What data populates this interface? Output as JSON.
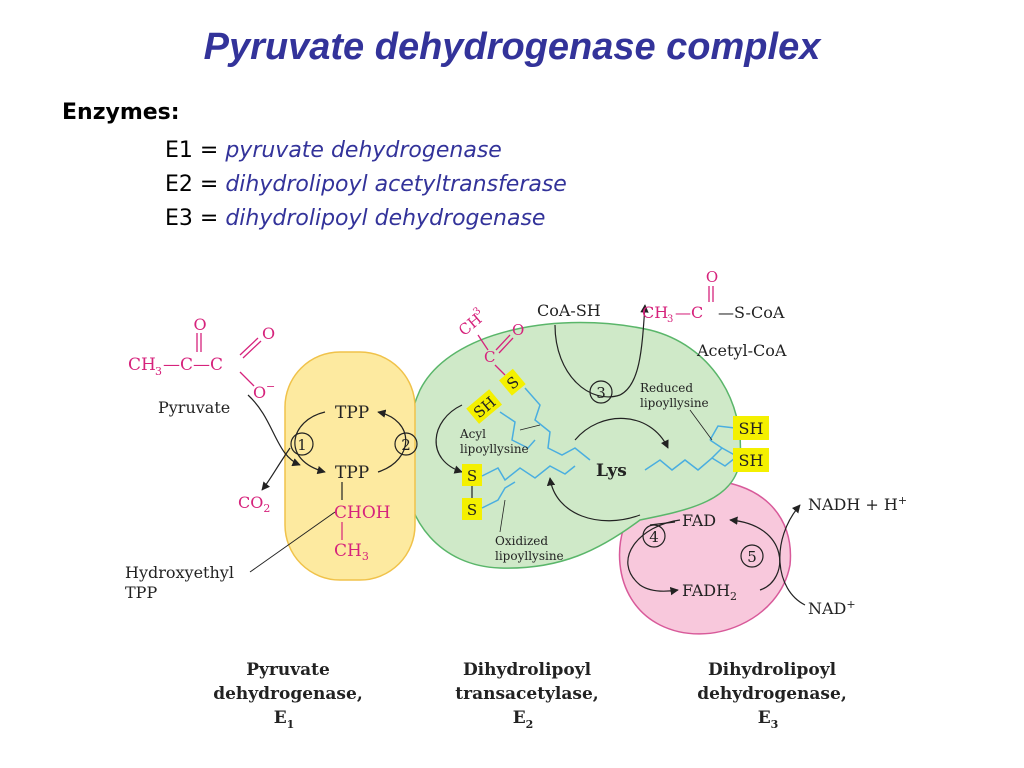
{
  "title": "Pyruvate dehydrogenase complex",
  "enzymes": {
    "heading": "Enzymes:",
    "items": [
      {
        "code": "E1 =",
        "name": "pyruvate dehydrogenase"
      },
      {
        "code": "E2 =",
        "name": "dihydrolipoyl acetyltransferase"
      },
      {
        "code": "E3 =",
        "name": "dihydrolipoyl dehydrogenase"
      }
    ]
  },
  "diagram": {
    "pyruvate_label": "Pyruvate",
    "co2_label": "CO",
    "co2_sub": "2",
    "hydroxyethyl_tpp_label_1": "Hydroxyethyl",
    "hydroxyethyl_tpp_label_2": "TPP",
    "tpp_top": "TPP",
    "tpp_bottom": "TPP",
    "chohl": "CHOH",
    "ch3_bottom": "CH",
    "acyl_lipoyllysine_1": "Acyl",
    "acyl_lipoyllysine_2": "lipoyllysine",
    "oxidized_lipoyllysine_1": "Oxidized",
    "oxidized_lipoyllysine_2": "lipoyllysine",
    "reduced_lipoyllysine_1": "Reduced",
    "reduced_lipoyllysine_2": "lipoyllysine",
    "lys_label": "Lys",
    "coash_label": "CoA-SH",
    "acetyl_coa_label": "Acetyl-CoA",
    "acetyl_coa_formula": "—S-CoA",
    "fad_label": "FAD",
    "fadh2_label": "FADH",
    "fadh2_sub": "2",
    "nadh_label": "NADH + H",
    "nad_label": "NAD",
    "sh_label": "SH",
    "s_label": "S",
    "steps": [
      "1",
      "2",
      "3",
      "4",
      "5"
    ],
    "enzyme_labels": [
      {
        "line1": "Pyruvate",
        "line2": "dehydrogenase,",
        "line3": "E",
        "sub": "1"
      },
      {
        "line1": "Dihydrolipoyl",
        "line2": "transacetylase,",
        "line3": "E",
        "sub": "2"
      },
      {
        "line1": "Dihydrolipoyl",
        "line2": "dehydrogenase,",
        "line3": "E",
        "sub": "3"
      }
    ],
    "colors": {
      "e1_fill": "#fdeaa0",
      "e1_stroke": "#f0c24a",
      "e2_fill": "#cfe9c8",
      "e2_stroke": "#5ab66a",
      "e3_fill": "#f8c8dc",
      "e3_stroke": "#d85a9a",
      "magenta": "#d6237c",
      "highlight": "#f4f000",
      "lipoyl_blue": "#4aaee0"
    }
  }
}
